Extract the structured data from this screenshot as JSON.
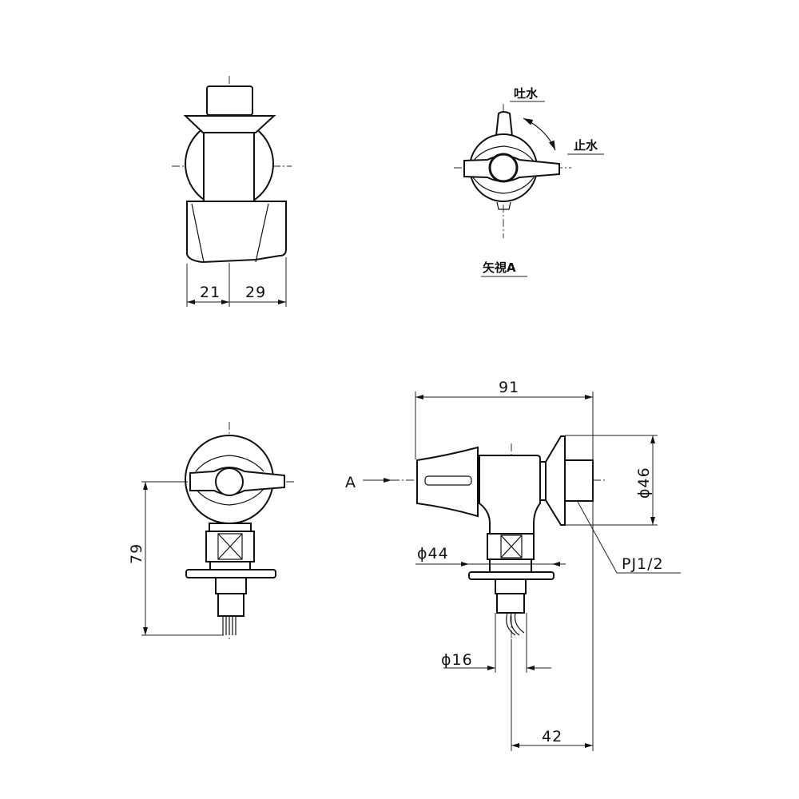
{
  "labels": {
    "spout": "吐水",
    "stop": "止水",
    "view_a": "矢視A",
    "arrow_a": "A",
    "pipe_thread": "PJ1/2"
  },
  "dimensions": {
    "top_left_width": "21",
    "top_right_width": "29",
    "height_79": "79",
    "total_91": "91",
    "dia_46": "ϕ46",
    "dia_44": "ϕ44",
    "dia_16": "ϕ16",
    "depth_42": "42"
  },
  "colors": {
    "line": "#111111",
    "background": "#ffffff"
  }
}
